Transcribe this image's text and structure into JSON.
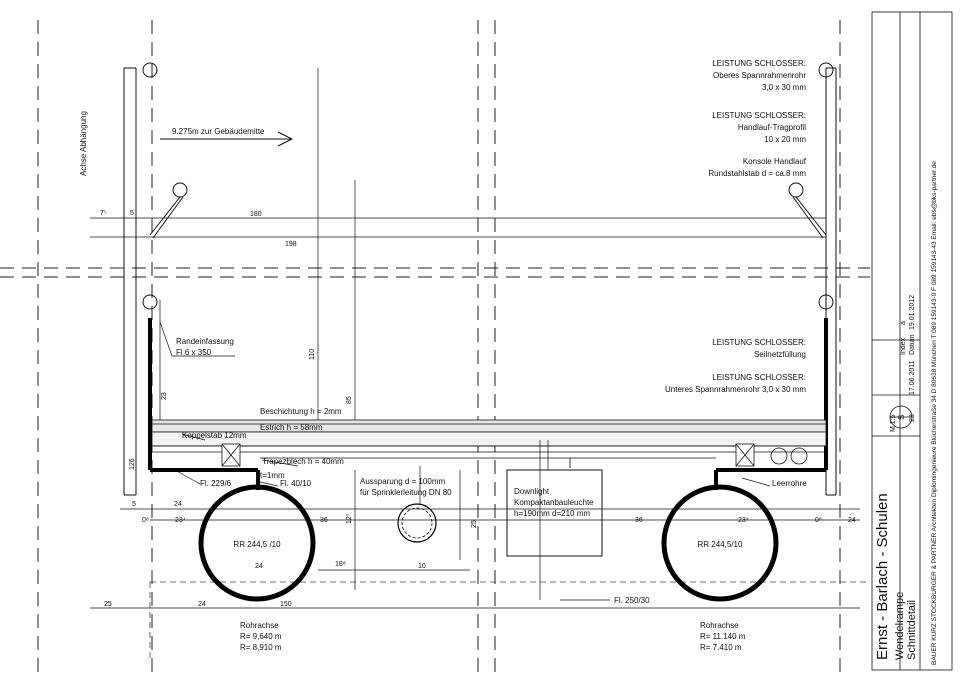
{
  "drawing": {
    "axis_label": "Achse Abhängung",
    "distance_note": "9.275m zur Gebäudemitte",
    "left_notes": {
      "edge_trim": [
        "Randeinfassung",
        "Fl 6 x 350"
      ],
      "coating": "Beschichtung h = 2mm",
      "screed": "Estrich h = 58mm",
      "coupling_rod": "Koppelstab 12mm",
      "trapezoid_sheet": "Trapezblech h = 40mm",
      "flat_bar_1": "Fl. 229/6",
      "flat_bar_2": "Fl. 40/10",
      "thickness": "t=1mm",
      "recess": [
        "Aussparung d = 100mm",
        "für Sprinklerleitung DN 80"
      ],
      "downlight": [
        "Downlight",
        "Kompaktanbauleuchte",
        "h=190mm  d=210 mm"
      ],
      "empty_pipes": "Leerrohre",
      "bottom_bar": "Fl. 250/30"
    },
    "right_notes": {
      "upper_frame": [
        "LEISTUNG SCHLOSSER:",
        "Oberes Spannrahmenrohr",
        "3,0 x 30 mm"
      ],
      "handrail_profile": [
        "LEISTUNG SCHLOSSER:",
        "Handlauf-Tragprofil",
        "10 x 20 mm"
      ],
      "handrail_bracket": [
        "Konsole Handlauf",
        "Rundstahlstab d = ca.8 mm"
      ],
      "cable_net": [
        "LEISTUNG SCHLOSSER:",
        "Seilnetzfüllung"
      ],
      "lower_frame": [
        "LEISTUNG SCHLOSSER:",
        "Unteres Spannrahmenrohr 3,0 x 30 mm"
      ]
    },
    "pipes": {
      "left_label": "RR 244,5 /10",
      "right_label": "RR 244,5/10",
      "left_axis": [
        "Rohrachse",
        "R= 9,640 m",
        "R= 8,910 m"
      ],
      "right_axis": [
        "Rohrachse",
        "R= 11.140 m",
        "R= 7.410 m"
      ]
    },
    "dimensions": {
      "d180": "180",
      "d198": "198",
      "d110": "110",
      "d85": "85",
      "d23": "23",
      "d126": "126",
      "d5a": "5",
      "d5b": "5",
      "d7": "7⁵",
      "d24a": "24",
      "d23b": "23⁴",
      "d36a": "36",
      "d36b": "36",
      "d23c": "23⁴",
      "d24b": "24",
      "d150": "150",
      "d25": "25",
      "d24c": "24",
      "d18": "18⁸",
      "d10": "10",
      "d12": "12⁷",
      "d25b": "25",
      "d0a": "0⁸",
      "d0b": "0⁸",
      "d24d": "24"
    }
  },
  "title_block": {
    "project": "Ernst - Barlach - Schulen",
    "sheet_title": "Wendelrampe",
    "sheet_subtitle": "Schnittdetail",
    "scale": "M 1:5",
    "symbol_letter": "S",
    "symbol_number": "23",
    "date_created": "17.06.2011",
    "index_label": "Index",
    "index_value": "a",
    "date_label": "Datum",
    "date_value": "19.01.2012",
    "office": "BAUER  KURZ  STOCKBURGER & PARTNER   Architekten  Diplomingenieure   Blücherstraße 34   D 80638 München   T 089 159143-0   F 089 159143-43   Email: ebs@bks-partner.de"
  }
}
